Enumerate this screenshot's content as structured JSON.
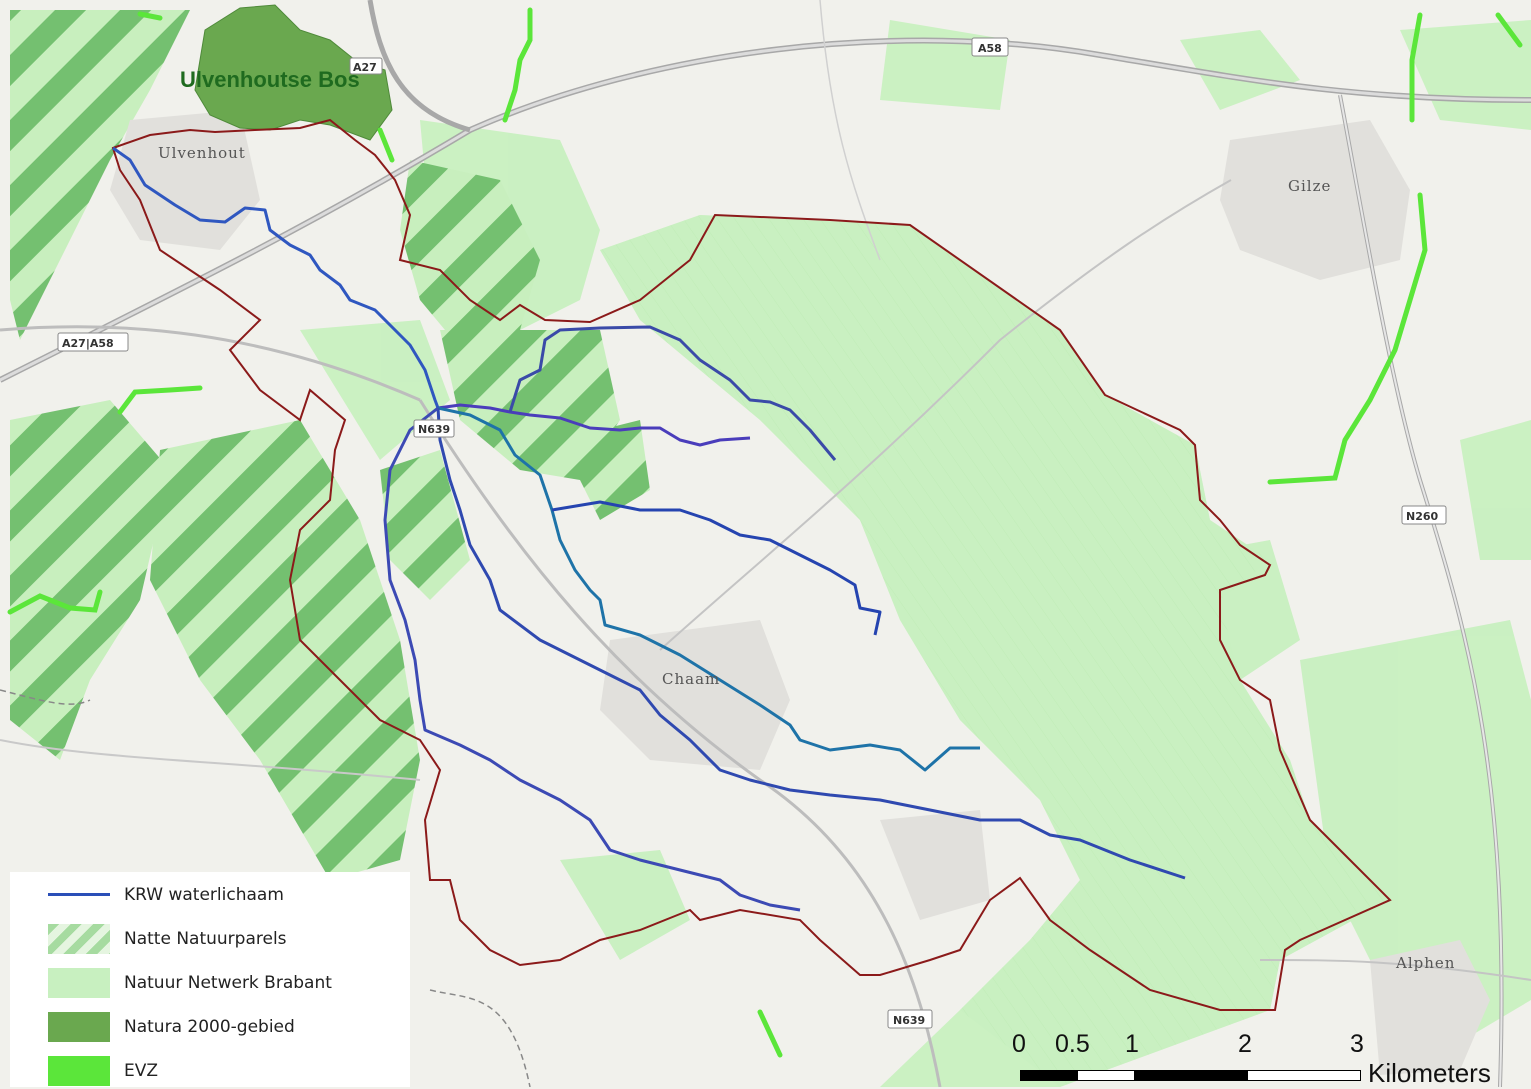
{
  "map": {
    "places": {
      "ulvenhout": "Ulvenhout",
      "gilze": "Gilze",
      "chaam": "Chaam",
      "alphen": "Alphen"
    },
    "natura_label": "Ulvenhoutse Bos",
    "roads": {
      "a58_top": "A58",
      "a27_top": "A27",
      "a27_a58": "A27|A58",
      "n639_mid": "N639",
      "n639_bottom": "N639",
      "n260": "N260"
    }
  },
  "legend": {
    "items": [
      {
        "label": "KRW waterlichaam",
        "icon": "blue-line"
      },
      {
        "label": "Natte Natuurparels",
        "icon": "hatched-green"
      },
      {
        "label": "Natuur Netwerk Brabant",
        "icon": "light-green-fill"
      },
      {
        "label": "Natura 2000-gebied",
        "icon": "dark-green-fill"
      },
      {
        "label": "EVZ",
        "icon": "bright-green-fill"
      }
    ]
  },
  "scalebar": {
    "ticks": [
      "0",
      "0.5",
      "1",
      "2",
      "3"
    ],
    "unit": "Kilometers"
  },
  "colors": {
    "krw": "#2a4fb8",
    "nnb": "#c8f0c0",
    "natura": "#6aa84f",
    "evz": "#5be63a",
    "boundary": "#8b1a1a"
  }
}
